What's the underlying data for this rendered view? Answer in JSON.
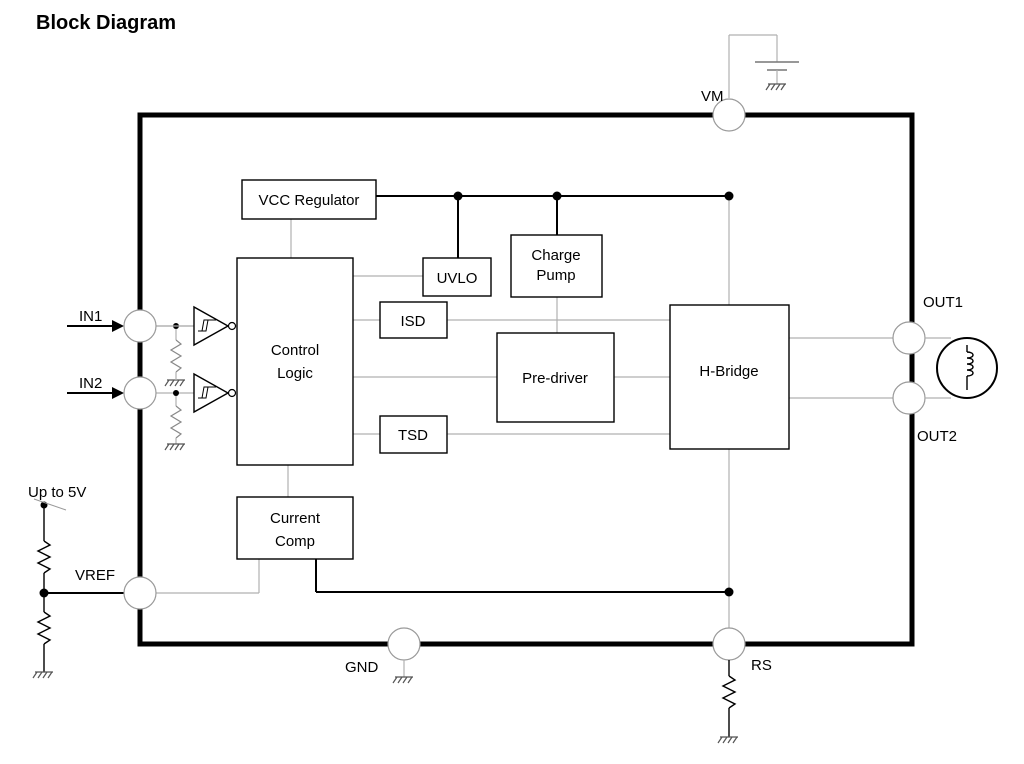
{
  "title": "Block Diagram",
  "pins": {
    "vm": "VM",
    "in1": "IN1",
    "in2": "IN2",
    "vref": "VREF",
    "up_to_5v": "Up to 5V",
    "out1": "OUT1",
    "out2": "OUT2",
    "gnd": "GND",
    "rs": "RS"
  },
  "blocks": {
    "vcc_regulator": "VCC Regulator",
    "control_logic": [
      "Control",
      "Logic"
    ],
    "uvlo": "UVLO",
    "charge_pump": [
      "Charge",
      "Pump"
    ],
    "isd": "ISD",
    "pre_driver": "Pre-driver",
    "h_bridge": "H-Bridge",
    "tsd": "TSD",
    "current_comp": [
      "Current",
      "Comp"
    ]
  }
}
